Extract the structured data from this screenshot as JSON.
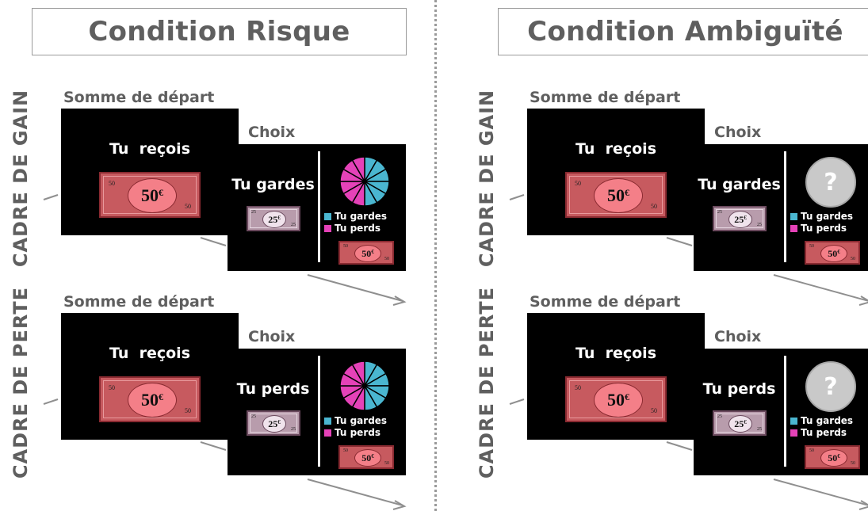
{
  "colors": {
    "keep": "#4ab6d0",
    "lose": "#e542b8",
    "label_gray": "#5f5f5f"
  },
  "icons": {
    "wheel": "wheel-icon",
    "question": "question-mark-icon"
  },
  "panels": [
    {
      "title": "Condition Risque",
      "uncertainty": "wheel",
      "rows": [
        {
          "frame_label": "CADRE DE GAIN",
          "start_label": "Somme de départ",
          "start_text": "Tu  reçois",
          "start_amount": "50",
          "start_currency": "€",
          "choice_label": "Choix",
          "choice_text": "Tu gardes",
          "sure_amount": "25",
          "sure_currency": "€",
          "legend_keep": "Tu gardes",
          "legend_lose": "Tu perds",
          "gamble_amount": "50",
          "gamble_currency": "€"
        },
        {
          "frame_label": "CADRE DE PERTE",
          "start_label": "Somme de départ",
          "start_text": "Tu  reçois",
          "start_amount": "50",
          "start_currency": "€",
          "choice_label": "Choix",
          "choice_text": "Tu perds",
          "sure_amount": "25",
          "sure_currency": "€",
          "legend_keep": "Tu gardes",
          "legend_lose": "Tu perds",
          "gamble_amount": "50",
          "gamble_currency": "€"
        }
      ]
    },
    {
      "title": "Condition Ambiguïté",
      "uncertainty": "question",
      "question_mark": "?",
      "rows": [
        {
          "frame_label": "CADRE DE GAIN",
          "start_label": "Somme de départ",
          "start_text": "Tu  reçois",
          "start_amount": "50",
          "start_currency": "€",
          "choice_label": "Choix",
          "choice_text": "Tu gardes",
          "sure_amount": "25",
          "sure_currency": "€",
          "legend_keep": "Tu gardes",
          "legend_lose": "Tu perds",
          "gamble_amount": "50",
          "gamble_currency": "€"
        },
        {
          "frame_label": "CADRE DE PERTE",
          "start_label": "Somme de départ",
          "start_text": "Tu  reçois",
          "start_amount": "50",
          "start_currency": "€",
          "choice_label": "Choix",
          "choice_text": "Tu perds",
          "sure_amount": "25",
          "sure_currency": "€",
          "legend_keep": "Tu gardes",
          "legend_lose": "Tu perds",
          "gamble_amount": "50",
          "gamble_currency": "€"
        }
      ]
    }
  ]
}
